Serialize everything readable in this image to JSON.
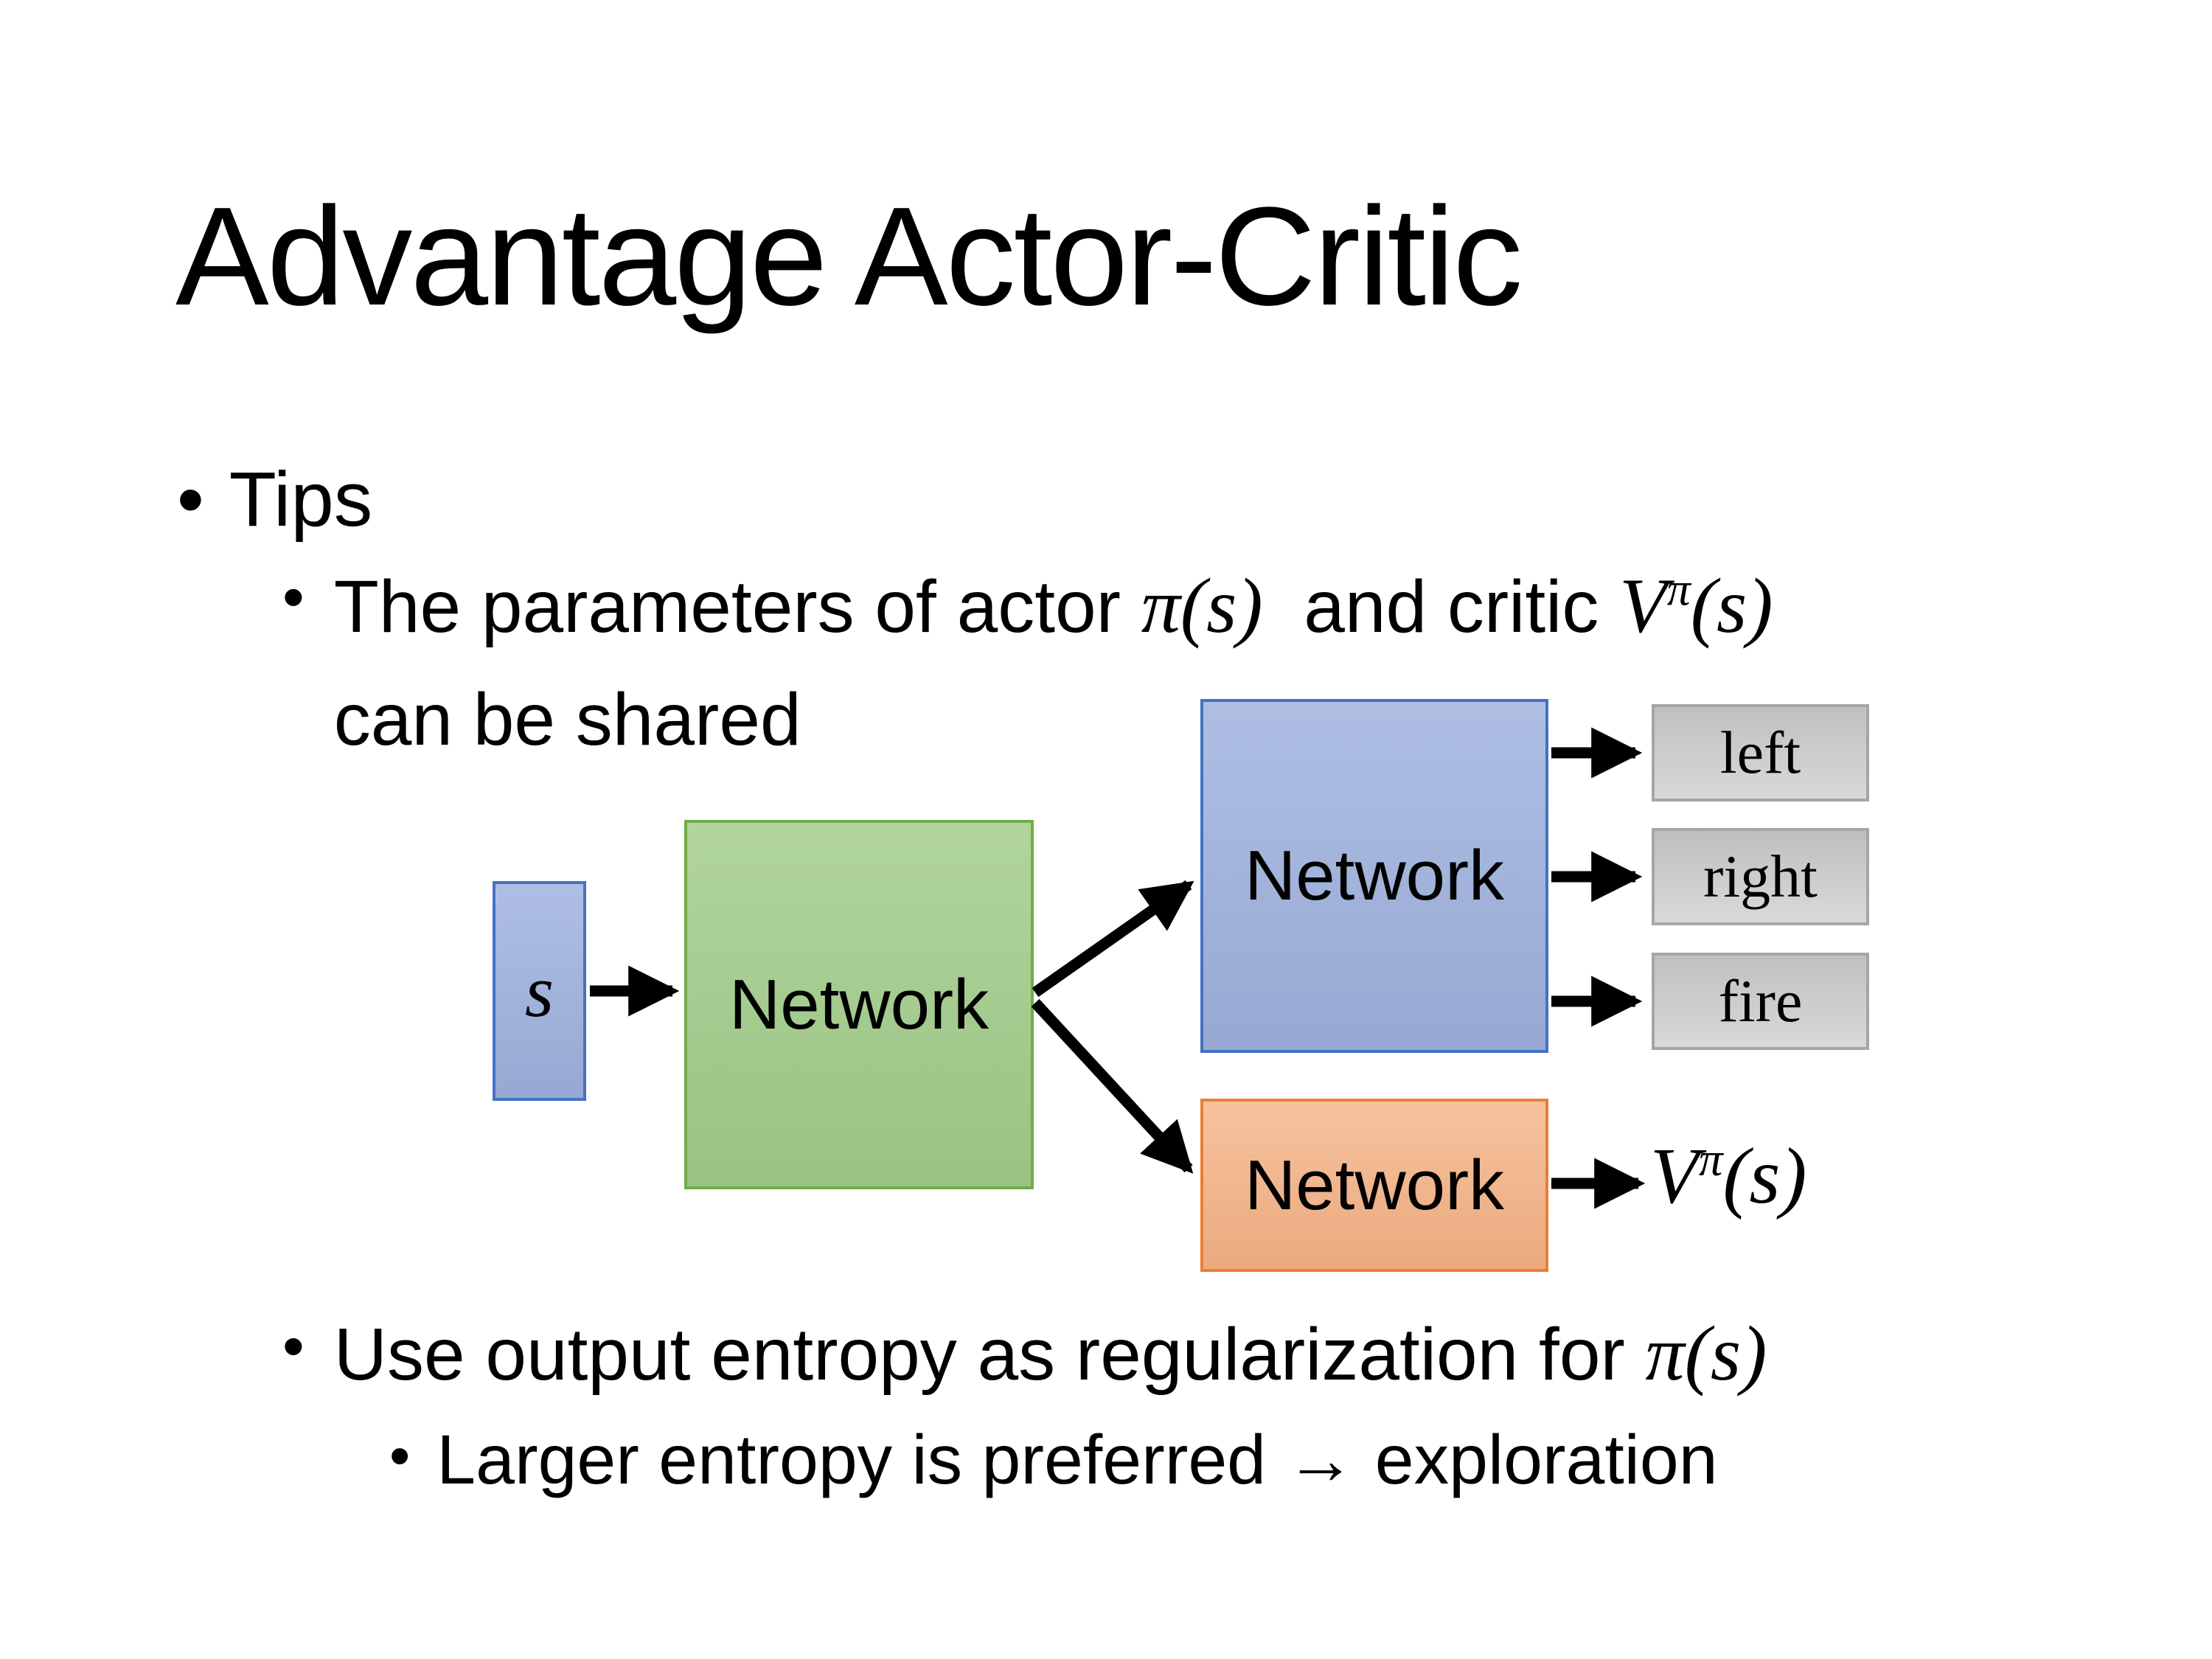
{
  "slide": {
    "title": "Advantage Actor-Critic"
  },
  "bullet_char": "•",
  "bullets": {
    "tips": "Tips",
    "param": {
      "pre": "The parameters of actor ",
      "actor_math": "π(s)",
      "mid": "  and critic ",
      "critic_v": "V",
      "critic_sup": "π",
      "critic_args": "(s)",
      "line2": "can be shared"
    },
    "entropy": {
      "pre": "Use output entropy as regularization for ",
      "math": "π(s)"
    },
    "larger": "Larger entropy is preferred → exploration"
  },
  "diagram": {
    "state_label": "s",
    "shared_network_label": "Network",
    "actor_network_label": "Network",
    "critic_network_label": "Network",
    "actions": [
      "left",
      "right",
      "fire"
    ],
    "value_v": "V",
    "value_sup": "π",
    "value_args": "(s)"
  },
  "colors": {
    "background": "#ffffff",
    "text": "#000000",
    "blue_fill": "#9fb2de",
    "blue_border": "#4472c4",
    "green_fill": "#a2cd8a",
    "green_border": "#70ad47",
    "orange_fill": "#f4b183",
    "orange_border": "#ed7d31",
    "gray_fill": "#d2d2d2",
    "gray_border": "#a6a6a6",
    "arrow": "#000000"
  }
}
